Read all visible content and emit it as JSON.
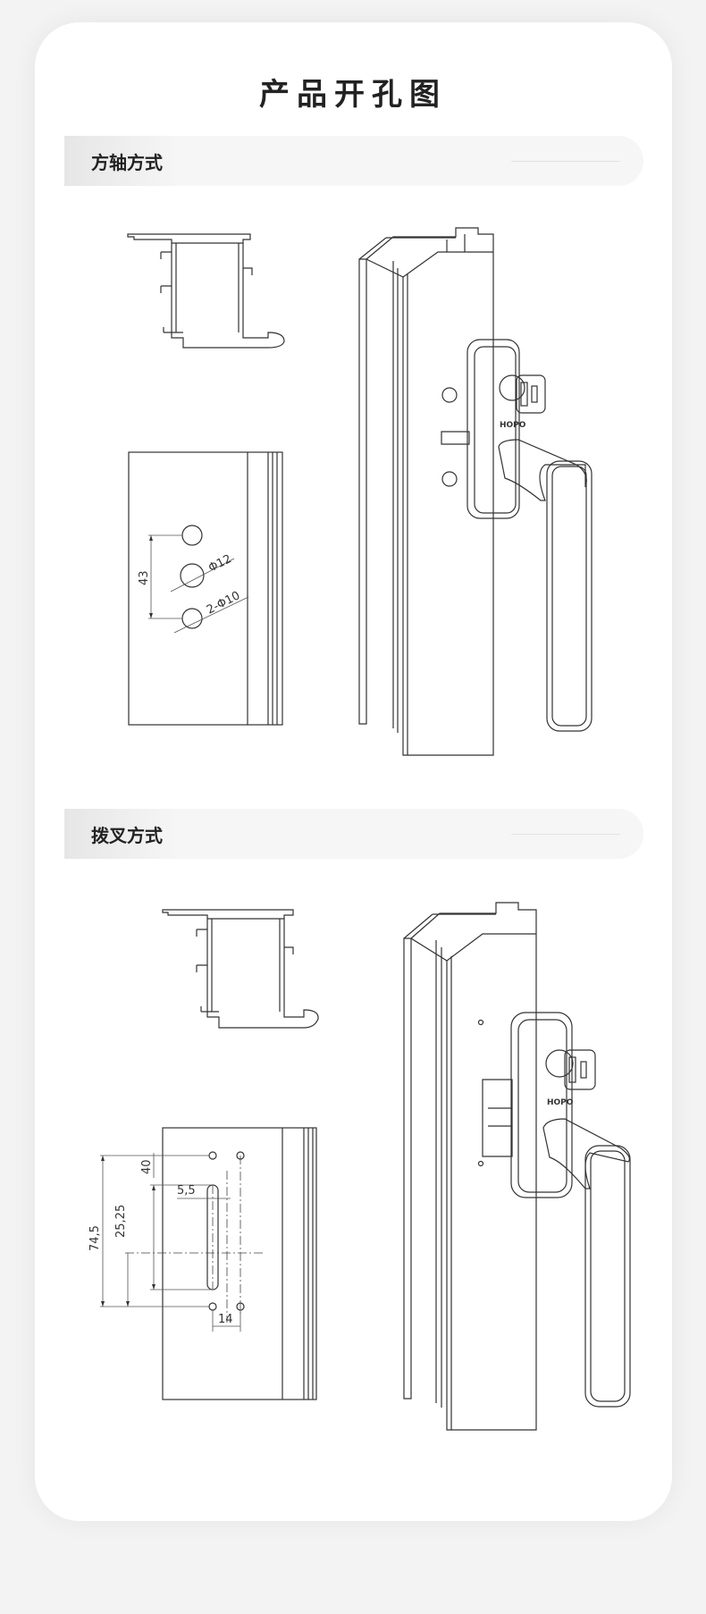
{
  "page_title": "产品开孔图",
  "sections": [
    {
      "label": "方轴方式",
      "dimensions": {
        "spacing": "43",
        "center_hole": "Φ12",
        "side_holes": "2-Φ10"
      },
      "brand": "HOPO"
    },
    {
      "label": "拨叉方式",
      "dimensions": {
        "total_height": "74,5",
        "half_height": "25,25",
        "slot_length": "40",
        "slot_offset": "5,5",
        "hole_spacing": "14"
      },
      "brand": "HOPO"
    }
  ],
  "colors": {
    "background": "#f3f3f3",
    "card": "#ffffff",
    "line": "#333333"
  }
}
